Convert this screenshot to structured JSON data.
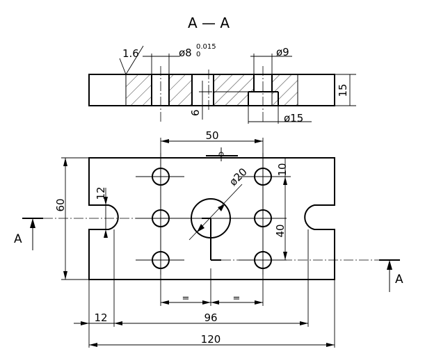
{
  "section": {
    "title": "A — A",
    "roughness": "1.6",
    "bore_diameter": "ø8",
    "bore_tol_upper": "0.015",
    "bore_tol_lower": "0",
    "hole_small": "ø9",
    "counterbore": "ø15",
    "thickness": "15",
    "depth": "6"
  },
  "plan": {
    "dim_hole_spacing": "50",
    "dim_center_hole": "ø20",
    "dim_top_offset": "10",
    "dim_vertical_span": "40",
    "dim_height": "60",
    "dim_slot_width": "12",
    "dim_equal_left": "=",
    "dim_equal_right": "=",
    "dim_slot_offset": "12",
    "dim_slot_span": "96",
    "dim_total_length": "120"
  },
  "section_markers": {
    "left": "A",
    "right": "A"
  }
}
